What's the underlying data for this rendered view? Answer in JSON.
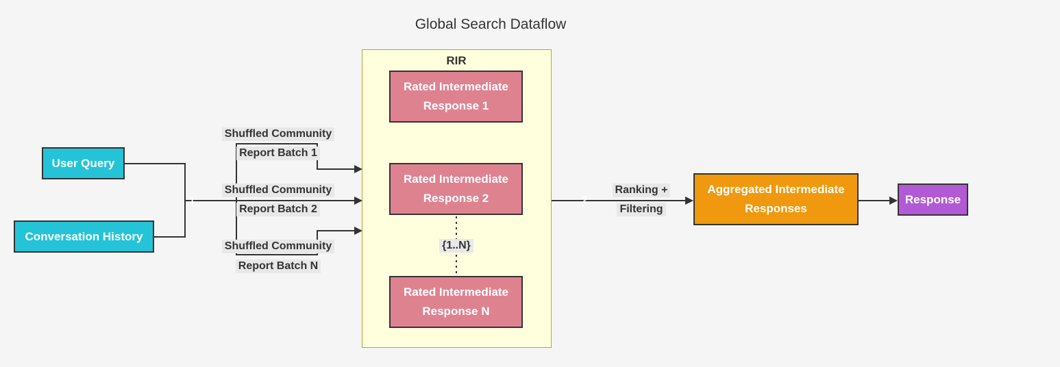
{
  "title": "Global Search Dataflow",
  "cluster": {
    "label": "RIR"
  },
  "nodes": {
    "user_query": {
      "label": "User Query"
    },
    "conversation_history": {
      "label": "Conversation History"
    },
    "rir1": {
      "label": "Rated Intermediate Response 1"
    },
    "rir2": {
      "label": "Rated Intermediate Response 2"
    },
    "rirN": {
      "label": "Rated Intermediate Response N"
    },
    "aggregated": {
      "label": "Aggregated Intermediate Responses"
    },
    "response": {
      "label": "Response"
    }
  },
  "edges": {
    "batch1": {
      "line1": "Shuffled Community",
      "line2": "Report Batch 1"
    },
    "batch2": {
      "line1": "Shuffled Community",
      "line2": "Report Batch 2"
    },
    "batchN": {
      "line1": "Shuffled Community",
      "line2": "Report Batch N"
    },
    "ranking": {
      "line1": "Ranking +",
      "line2": "Filtering"
    },
    "range": {
      "label": "{1..N}"
    },
    "marker1": ".1",
    "marker2": ".2"
  },
  "colors": {
    "background": "#f5f5f5",
    "input_node_fill": "#25c3d8",
    "rated_node_fill": "#df8290",
    "aggregated_node_fill": "#f0990e",
    "response_node_fill": "#b25ad6",
    "node_border": "#333333",
    "cluster_fill": "#ffffde",
    "cluster_border": "#abab35",
    "edge_stroke": "#333333",
    "edge_label_bg": "#e8e8e8",
    "text_dark": "#333333",
    "node_text": "#ffffff"
  }
}
